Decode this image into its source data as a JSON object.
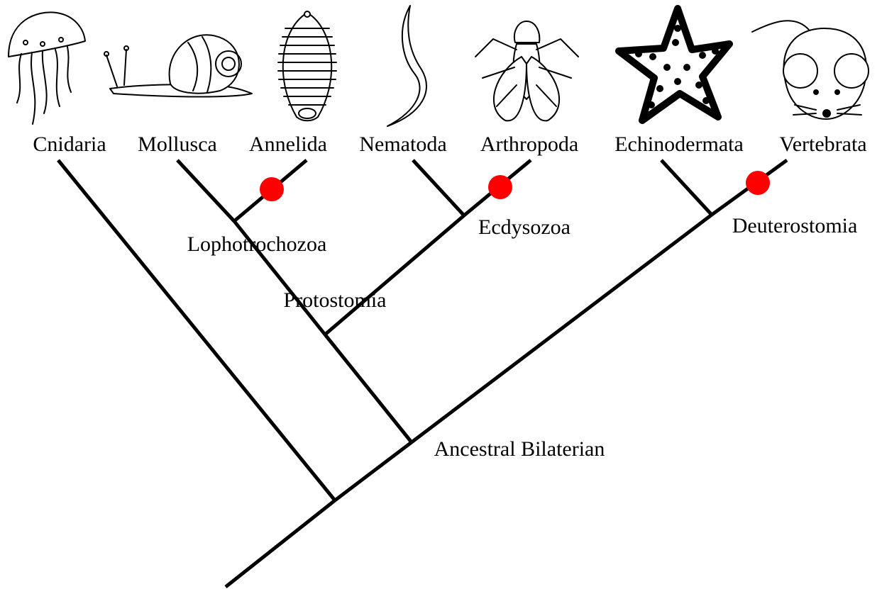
{
  "taxa": [
    {
      "label": "Cnidaria",
      "icon": "jellyfish-icon"
    },
    {
      "label": "Mollusca",
      "icon": "snail-icon"
    },
    {
      "label": "Annelida",
      "icon": "segmented-worm-icon"
    },
    {
      "label": "Nematoda",
      "icon": "roundworm-icon"
    },
    {
      "label": "Arthropoda",
      "icon": "fly-icon"
    },
    {
      "label": "Echinodermata",
      "icon": "starfish-icon"
    },
    {
      "label": "Vertebrata",
      "icon": "mouse-icon"
    }
  ],
  "clades": {
    "lophotrochozoa": "Lophotrochozoa",
    "ecdysozoa": "Ecdysozoa",
    "deuterostomia": "Deuterostomia",
    "protostomia": "Protostomia",
    "ancestral_bilaterian": "Ancestral Bilaterian"
  },
  "marker_color": "#ff0000",
  "markers_on": [
    "Annelida",
    "Arthropoda",
    "Vertebrata"
  ]
}
